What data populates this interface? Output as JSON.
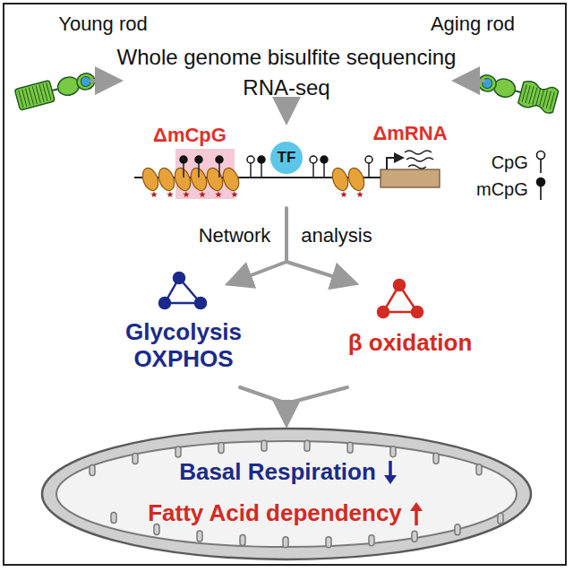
{
  "diagram": {
    "nodes": [
      {
        "text": [
          "TF"
        ]
      },
      {
        "text": [
          "Basal Respiration",
          "Fatty Acid dependency"
        ]
      }
    ],
    "labels": [
      "Young rod",
      "Aging rod",
      "Whole genome bisulfite sequencing",
      "RNA-seq",
      "ΔmCpG",
      "ΔmRNA",
      "Network",
      "analysis",
      "Glycolysis OXPHOS",
      "β oxidation"
    ],
    "legend": [
      {
        "text": "CpG"
      },
      {
        "text": "mCpG"
      }
    ]
  }
}
